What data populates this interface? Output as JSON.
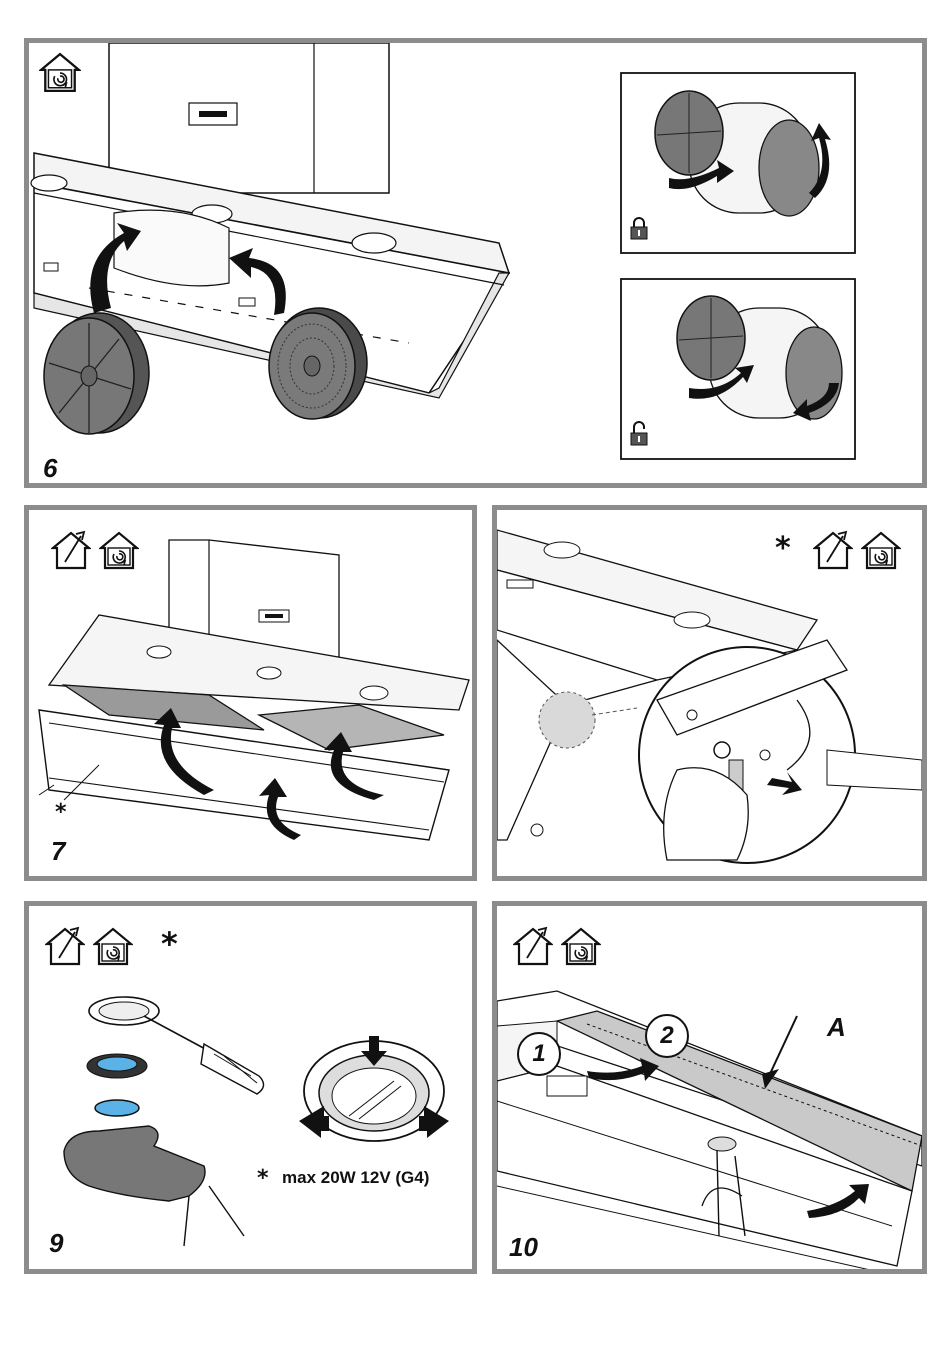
{
  "panels": {
    "p6": {
      "step": "6",
      "icons": [
        "recirculation-house-icon"
      ],
      "sub_icons": [
        "locked-padlock-icon",
        "unlocked-padlock-icon"
      ]
    },
    "p7": {
      "step": "7",
      "icons": [
        "extraction-house-icon",
        "recirculation-house-icon"
      ],
      "marker": "*"
    },
    "p8": {
      "marker": "*",
      "icons": [
        "extraction-house-icon",
        "recirculation-house-icon"
      ]
    },
    "p9": {
      "step": "9",
      "marker": "*",
      "icons": [
        "extraction-house-icon",
        "recirculation-house-icon"
      ],
      "note_marker": "*",
      "note": "max 20W 12V (G4)"
    },
    "p10": {
      "step": "10",
      "icons": [
        "extraction-house-icon",
        "recirculation-house-icon"
      ],
      "label_a": "A",
      "circle_1": "1",
      "circle_2": "2"
    }
  },
  "colors": {
    "frame": "#8c8c8c",
    "filter_gray": "#6e6e6e",
    "light_blue": "#5bb2e6",
    "panel_shade": "#c9c9c9"
  }
}
